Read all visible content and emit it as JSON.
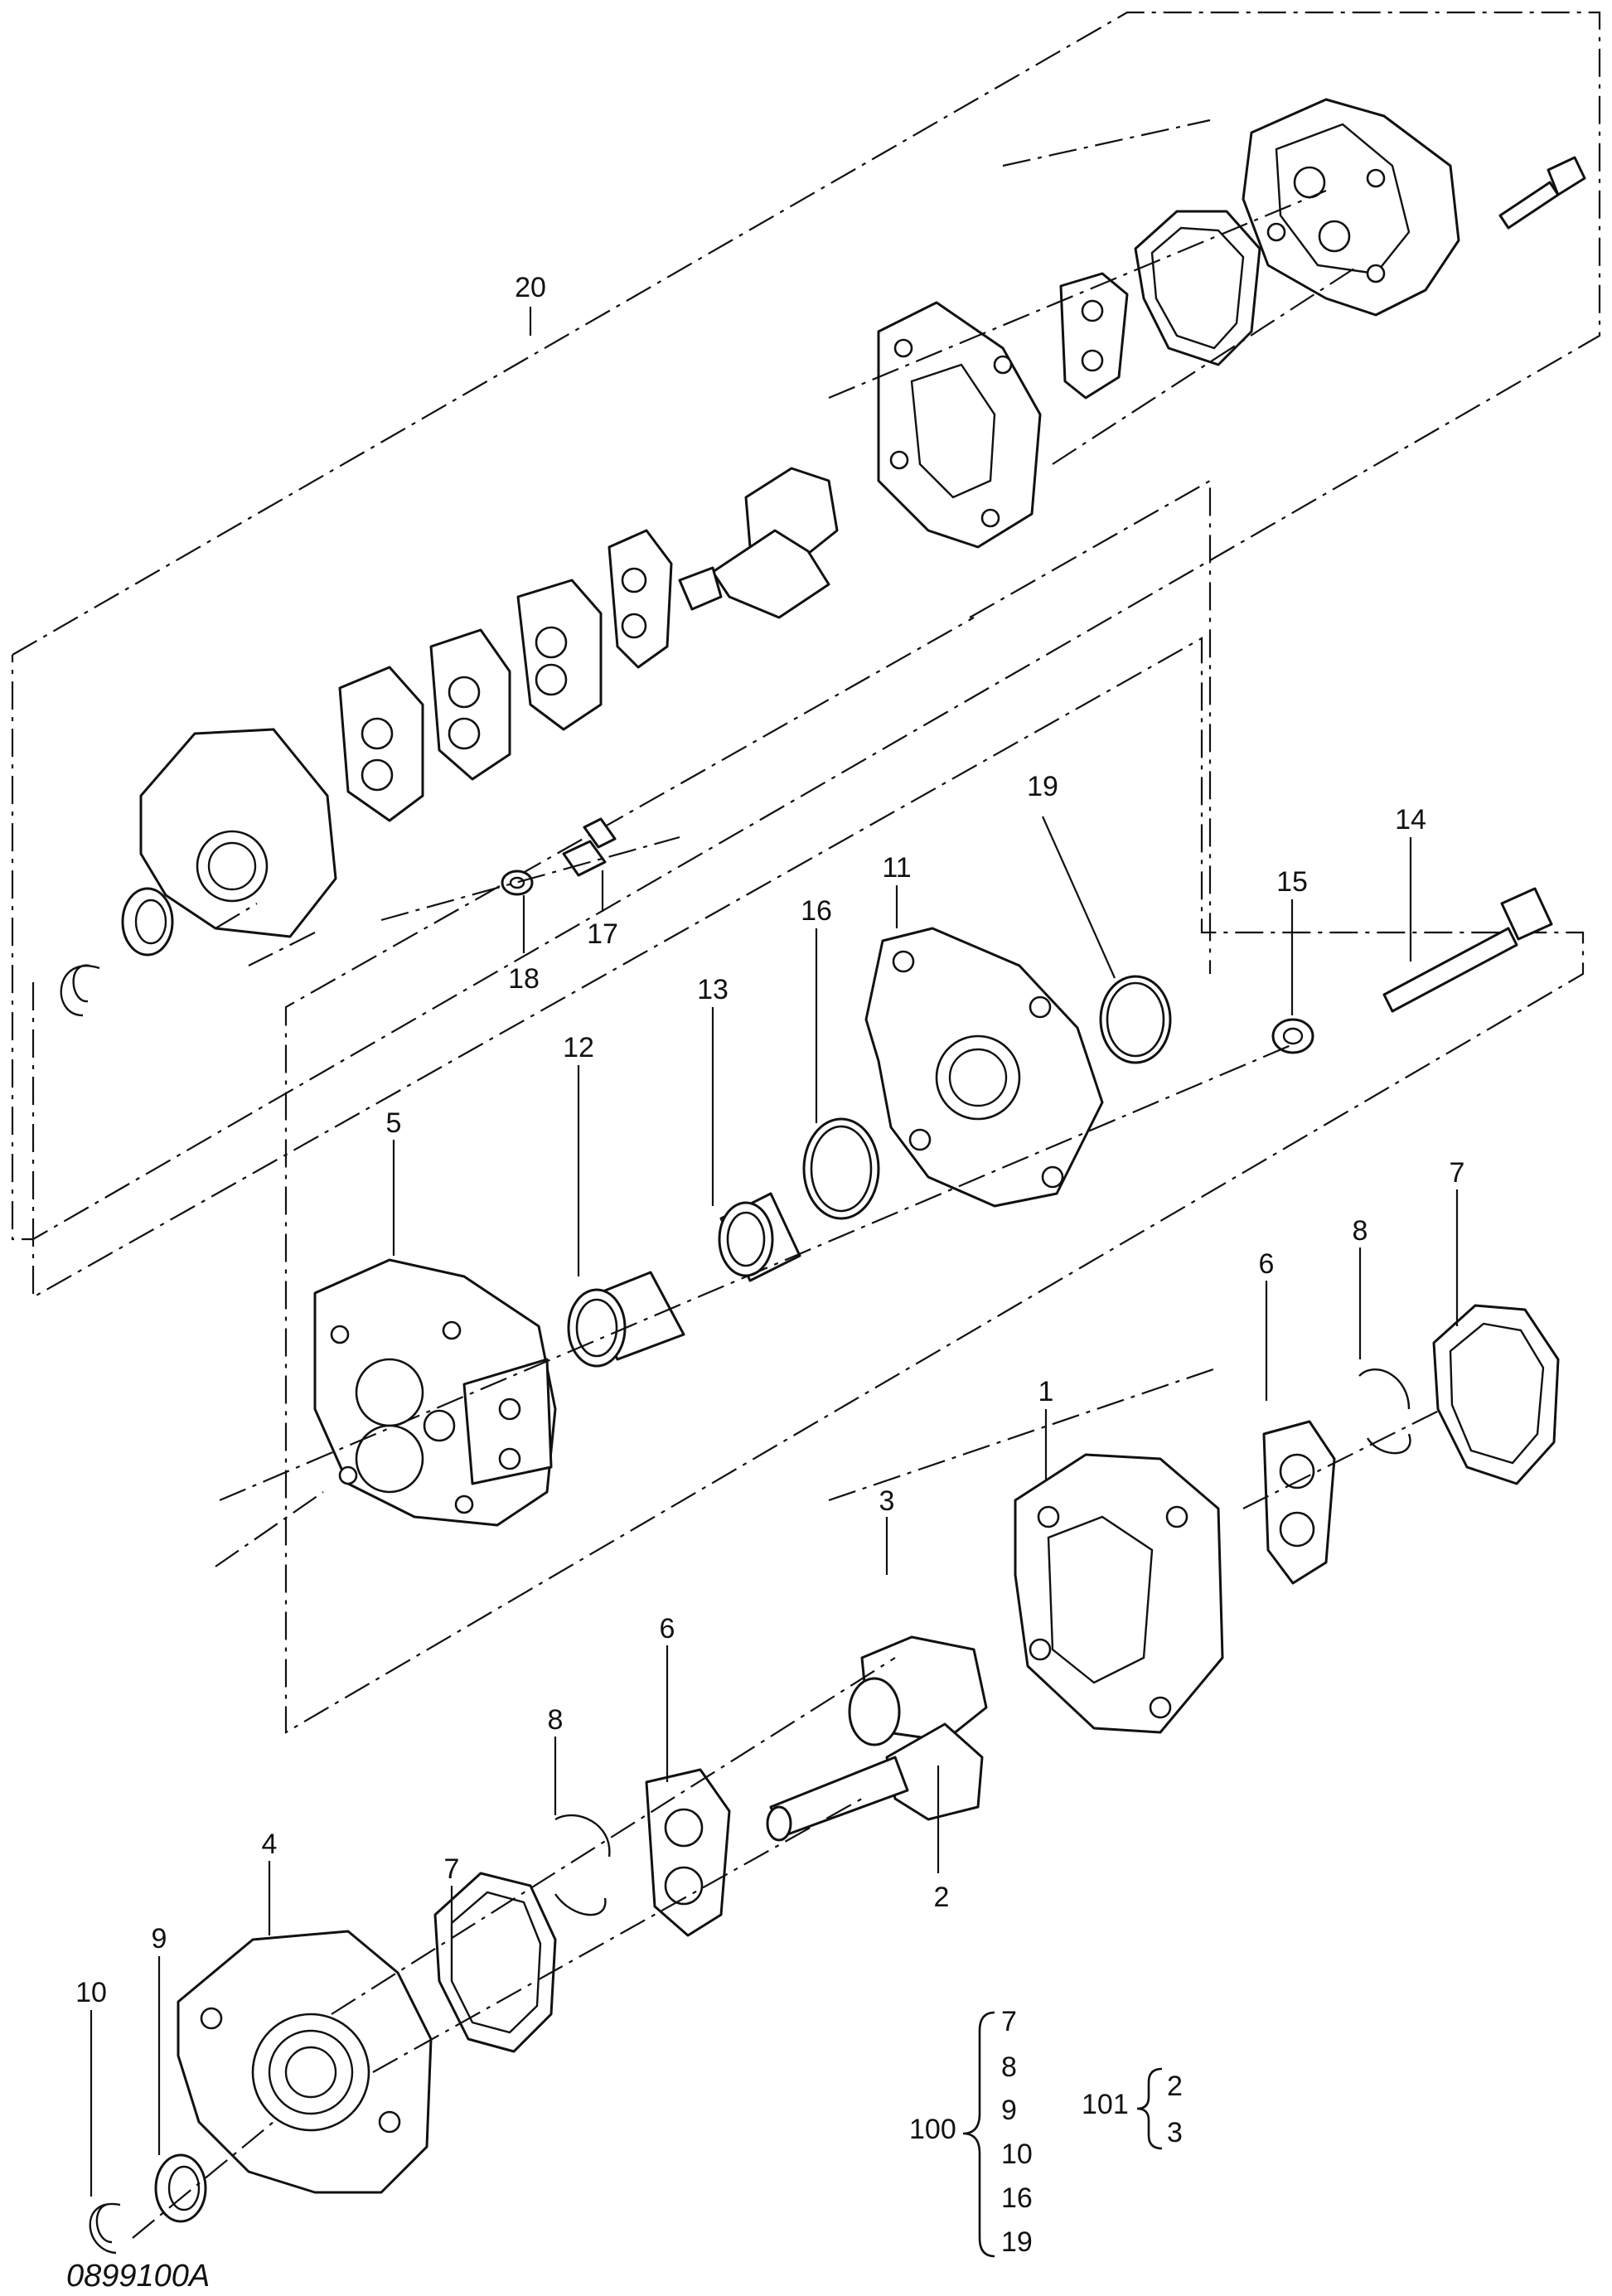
{
  "figure_code": "0899100A",
  "callouts": {
    "p1": "1",
    "p2": "2",
    "p3": "3",
    "p4": "4",
    "p5": "5",
    "p6a": "6",
    "p6b": "6",
    "p7a": "7",
    "p7b": "7",
    "p8a": "8",
    "p8b": "8",
    "p9": "9",
    "p10": "10",
    "p11": "11",
    "p12": "12",
    "p13": "13",
    "p14": "14",
    "p15": "15",
    "p16": "16",
    "p17": "17",
    "p18": "18",
    "p19": "19",
    "p20": "20"
  },
  "kits": [
    {
      "id": "100",
      "items": [
        "7",
        "8",
        "9",
        "10",
        "16",
        "19"
      ]
    },
    {
      "id": "101",
      "items": [
        "2",
        "3"
      ]
    }
  ]
}
